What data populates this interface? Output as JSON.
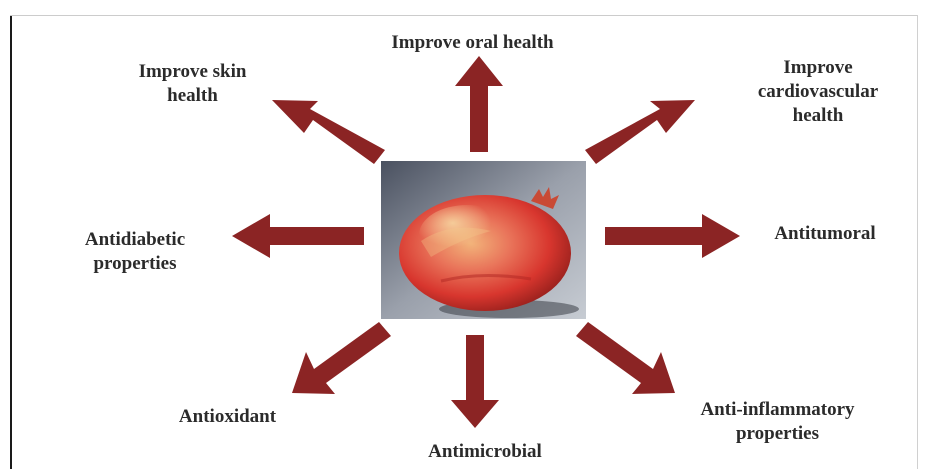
{
  "diagram": {
    "center_image": "pomegranate-photo",
    "arrow_color": "#8b2424",
    "labels": {
      "oral": "Improve oral health",
      "skin": "Improve skin\nhealth",
      "cardio": "Improve\ncardiovascular\nhealth",
      "diabetic": "Antidiabetic\nproperties",
      "tumoral": "Antitumoral",
      "oxidant": "Antioxidant",
      "microbial": "Antimicrobial",
      "inflammatory": "Anti-inflammatory\nproperties"
    }
  }
}
